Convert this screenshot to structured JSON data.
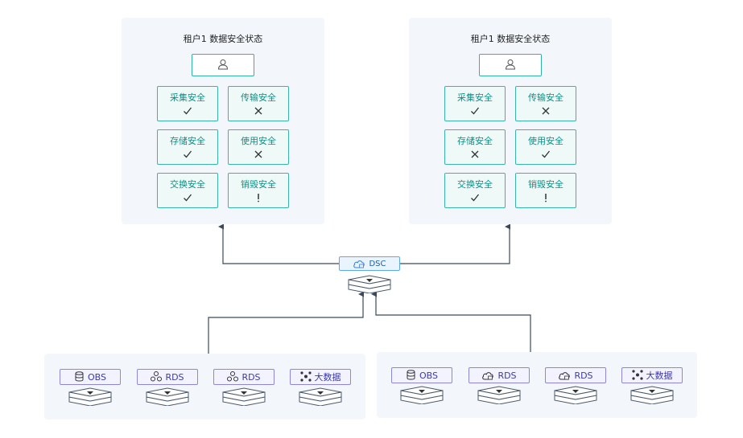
{
  "tenants": [
    {
      "title": "租户1 数据安全状态",
      "cells": [
        {
          "label": "采集安全",
          "status": "check"
        },
        {
          "label": "传输安全",
          "status": "cross"
        },
        {
          "label": "存储安全",
          "status": "check"
        },
        {
          "label": "使用安全",
          "status": "cross"
        },
        {
          "label": "交换安全",
          "status": "check"
        },
        {
          "label": "销毁安全",
          "status": "warn"
        }
      ]
    },
    {
      "title": "租户1 数据安全状态",
      "cells": [
        {
          "label": "采集安全",
          "status": "check"
        },
        {
          "label": "传输安全",
          "status": "cross"
        },
        {
          "label": "存储安全",
          "status": "cross"
        },
        {
          "label": "使用安全",
          "status": "check"
        },
        {
          "label": "交换安全",
          "status": "check"
        },
        {
          "label": "销毁安全",
          "status": "warn"
        }
      ]
    }
  ],
  "dsc": {
    "label": "DSC",
    "icon": "cloud-icon"
  },
  "source_groups": [
    {
      "nodes": [
        {
          "label": "OBS",
          "icon": "database-icon"
        },
        {
          "label": "RDS",
          "icon": "nodes-icon"
        },
        {
          "label": "RDS",
          "icon": "nodes-icon"
        },
        {
          "label": "大数据",
          "icon": "bigdata-icon"
        }
      ]
    },
    {
      "nodes": [
        {
          "label": "OBS",
          "icon": "database-icon"
        },
        {
          "label": "RDS",
          "icon": "cloud-db-icon"
        },
        {
          "label": "RDS",
          "icon": "cloud-db-icon"
        },
        {
          "label": "大数据",
          "icon": "bigdata-icon"
        }
      ]
    }
  ],
  "colors": {
    "panel_bg": "#f3f7fc",
    "cell_border": "#38b5a8",
    "cell_text": "#0f8f84",
    "source_border": "#8e86d8",
    "source_text": "#3d3aa3",
    "dsc_border": "#5da9ea",
    "dsc_text": "#1a5fae",
    "connector": "#3a4a5c"
  }
}
